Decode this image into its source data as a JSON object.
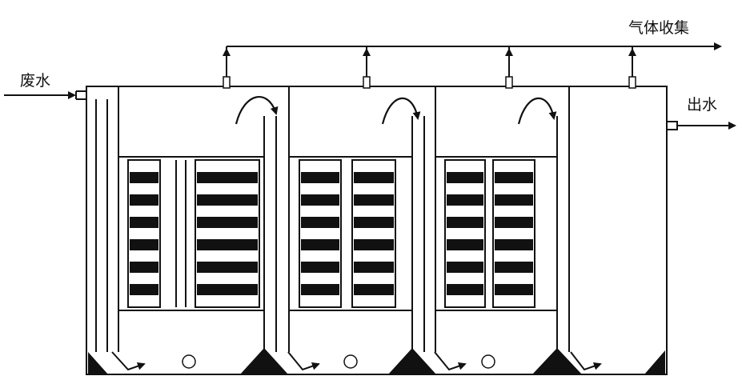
{
  "labels": {
    "inlet": "废水",
    "outlet": "出水",
    "gas": "气体收集"
  },
  "colors": {
    "stroke": "#111111",
    "fill_dark": "#111111",
    "background": "#ffffff"
  }
}
